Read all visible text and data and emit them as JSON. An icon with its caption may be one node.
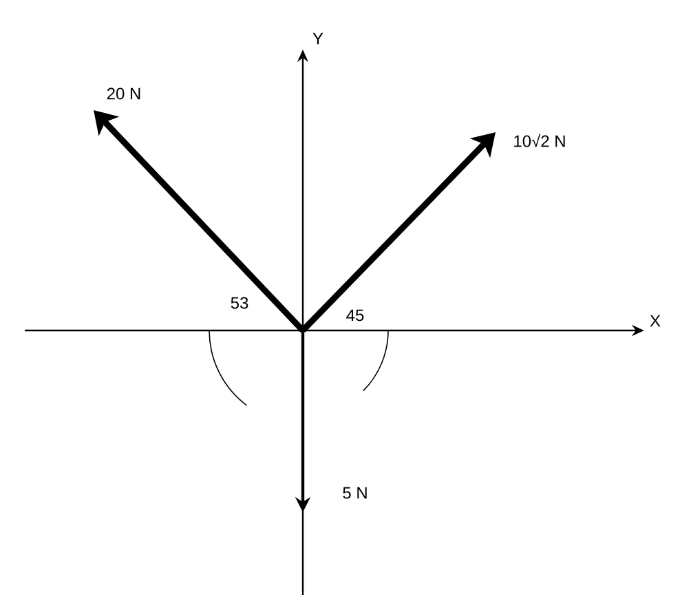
{
  "diagram": {
    "labels": [
      "Y",
      "20 N",
      "10√2 N",
      "53",
      "45",
      "X",
      "5 N"
    ]
  }
}
